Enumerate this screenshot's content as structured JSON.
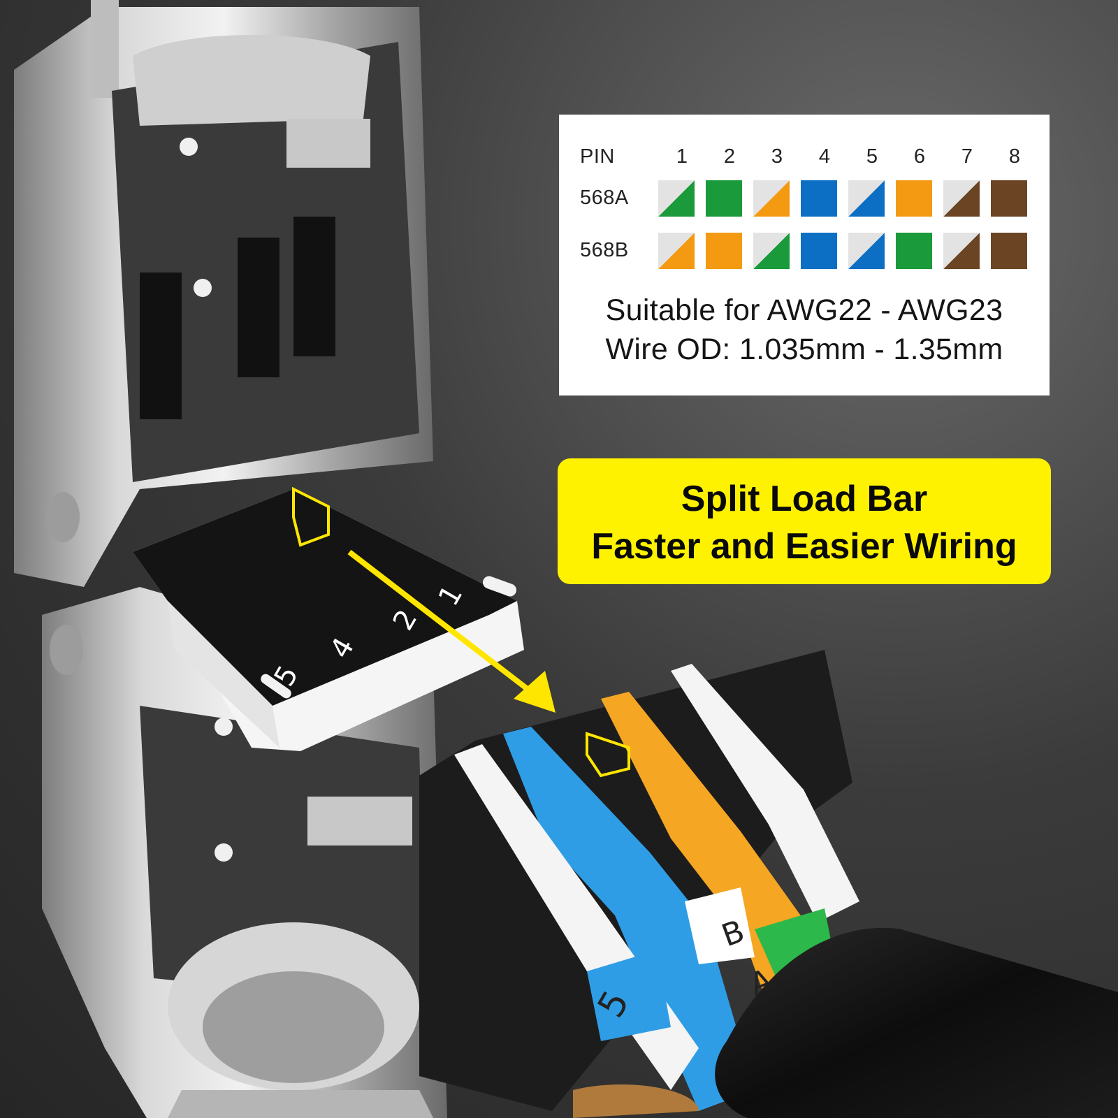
{
  "pin_table": {
    "header_label": "PIN",
    "pins": [
      "1",
      "2",
      "3",
      "4",
      "5",
      "6",
      "7",
      "8"
    ],
    "rows": [
      {
        "label": "568A",
        "swatches": [
          {
            "color": "#1a9a3a",
            "style": "striped"
          },
          {
            "color": "#1a9a3a",
            "style": "solid"
          },
          {
            "color": "#f39a12",
            "style": "striped"
          },
          {
            "color": "#0d6fc4",
            "style": "solid"
          },
          {
            "color": "#0d6fc4",
            "style": "striped"
          },
          {
            "color": "#f39a12",
            "style": "solid"
          },
          {
            "color": "#6b4423",
            "style": "striped"
          },
          {
            "color": "#6b4423",
            "style": "solid"
          }
        ]
      },
      {
        "label": "568B",
        "swatches": [
          {
            "color": "#f39a12",
            "style": "striped"
          },
          {
            "color": "#f39a12",
            "style": "solid"
          },
          {
            "color": "#1a9a3a",
            "style": "striped"
          },
          {
            "color": "#0d6fc4",
            "style": "solid"
          },
          {
            "color": "#0d6fc4",
            "style": "striped"
          },
          {
            "color": "#1a9a3a",
            "style": "solid"
          },
          {
            "color": "#6b4423",
            "style": "striped"
          },
          {
            "color": "#6b4423",
            "style": "solid"
          }
        ]
      }
    ],
    "stripe_base_color": "#e3e3e3",
    "spec_line_1": "Suitable for AWG22 - AWG23",
    "spec_line_2": "Wire OD: 1.035mm - 1.35mm"
  },
  "callout": {
    "line1": "Split Load Bar",
    "line2": "Faster and Easier Wiring",
    "background": "#fff200"
  },
  "product_illustration": {
    "board_numbers": [
      "1",
      "2",
      "4",
      "5"
    ],
    "wire_labels": [
      "B",
      "A",
      "5"
    ],
    "arrow_color": "#ffe600",
    "wire_colors": {
      "blue": "#2f9de6",
      "orange": "#f5a623",
      "white": "#f4f4f4",
      "green": "#2cb84a",
      "brown": "#b07a3c"
    }
  }
}
